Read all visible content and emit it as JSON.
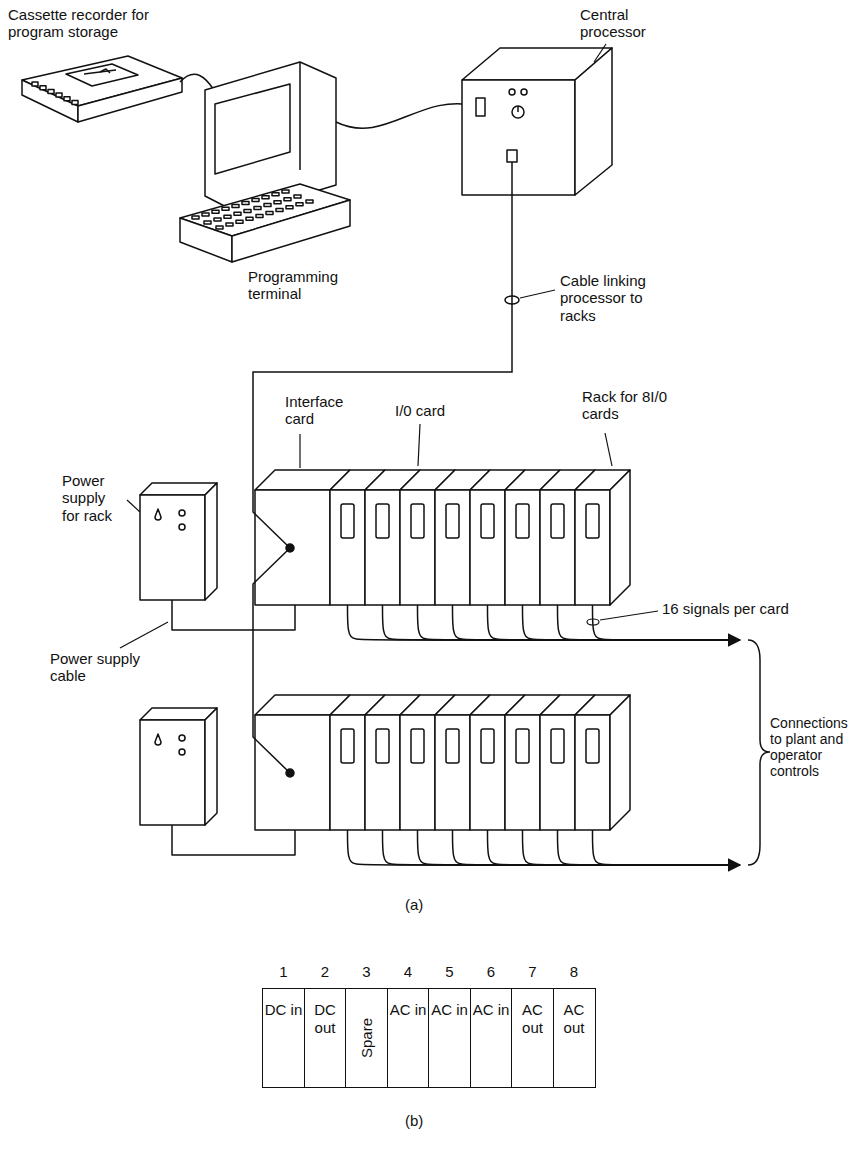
{
  "diagram": {
    "nodes": [
      {
        "text": [
          "1",
          "DC in"
        ]
      },
      {
        "text": [
          "2",
          "DC out"
        ]
      },
      {
        "text": [
          "3",
          "Spare"
        ]
      },
      {
        "text": [
          "4",
          "AC in"
        ]
      },
      {
        "text": [
          "5",
          "AC in"
        ]
      },
      {
        "text": [
          "6",
          "AC in"
        ]
      },
      {
        "text": [
          "7",
          "AC out"
        ]
      },
      {
        "text": [
          "8",
          "AC out"
        ]
      }
    ],
    "labels": [
      "Cassette recorder for program storage",
      "Central processor",
      "Programming terminal",
      "Cable linking processor to racks",
      "Interface card",
      "I/0 card",
      "Rack for 8I/0 cards",
      "Power supply for rack",
      "Power supply cable",
      "16 signals per card",
      "Connections to plant and operator controls",
      "(a)",
      "(b)"
    ]
  }
}
